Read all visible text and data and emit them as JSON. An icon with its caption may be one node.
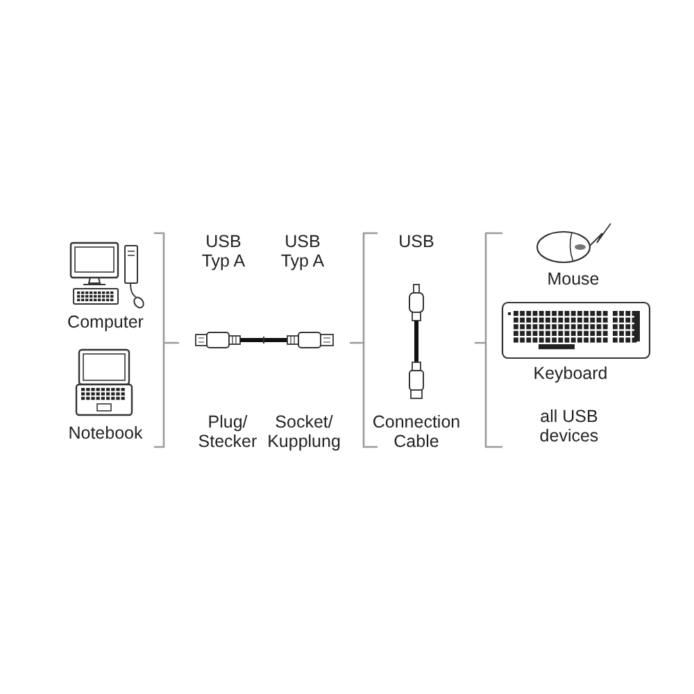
{
  "diagram": {
    "labels": [
      "Computer",
      "Notebook",
      "USB Typ A",
      "USB Typ A",
      "Plug/ Stecker",
      "Socket/ Kupplung",
      "USB",
      "Connection Cable",
      "Mouse",
      "Keyboard",
      "all USB devices"
    ]
  }
}
